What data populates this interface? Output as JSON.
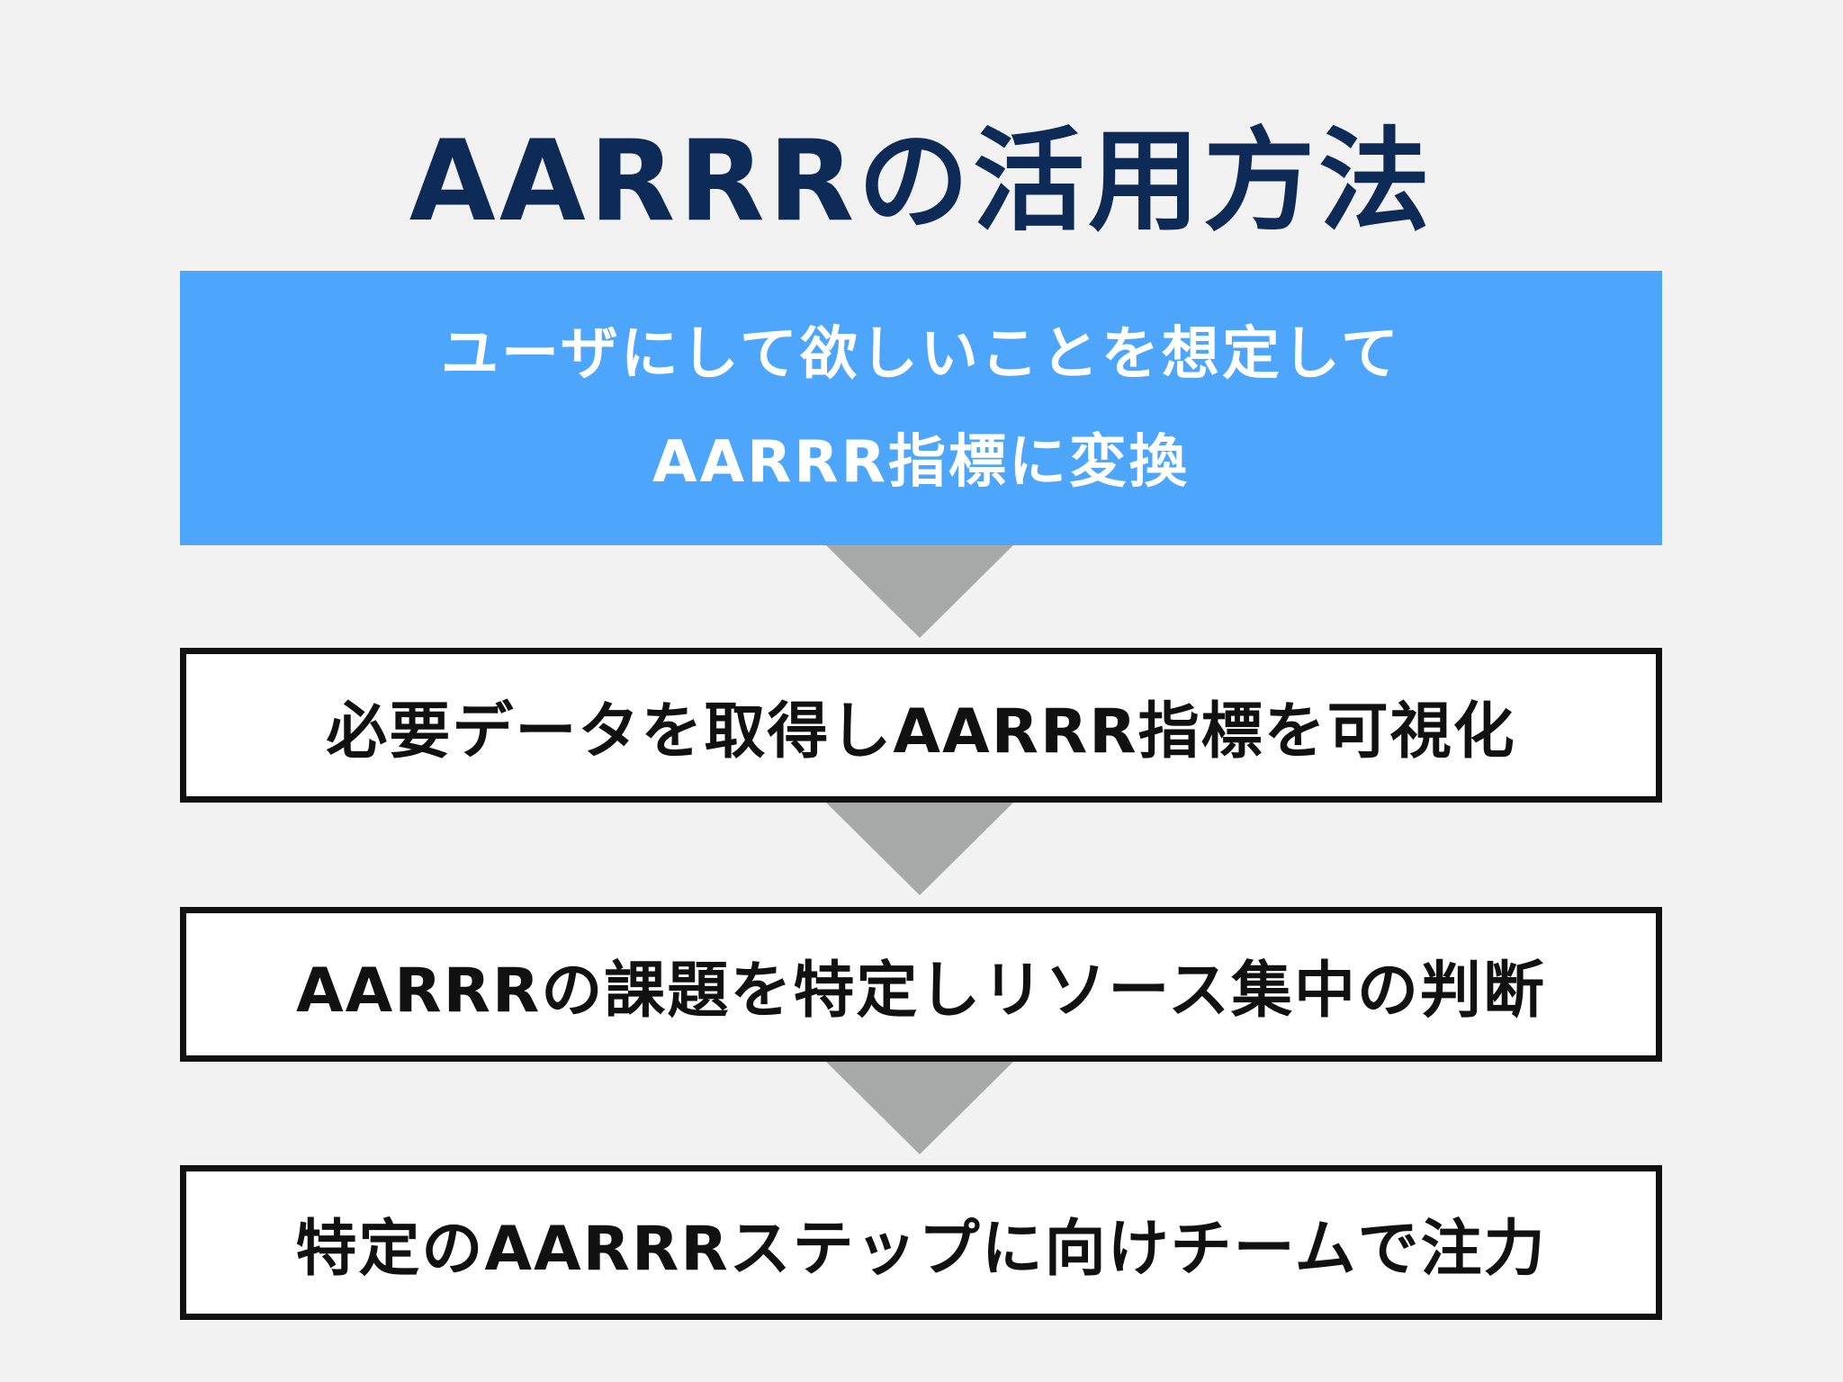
{
  "title": "AARRRの活用方法",
  "steps": [
    {
      "line1": "ユーザにして欲しいことを想定して",
      "line2": "AARRR指標に変換"
    },
    {
      "text": "必要データを取得しAARRR指標を可視化"
    },
    {
      "text": "AARRRの課題を特定しリソース集中の判断"
    },
    {
      "text": "特定のAARRRステップに向けチームで注力"
    }
  ],
  "colors": {
    "title": "#0e2a57",
    "highlight_box": "#4da6fb",
    "arrow": "#a7a9a8",
    "border": "#111111",
    "background": "#f2f2f2"
  }
}
